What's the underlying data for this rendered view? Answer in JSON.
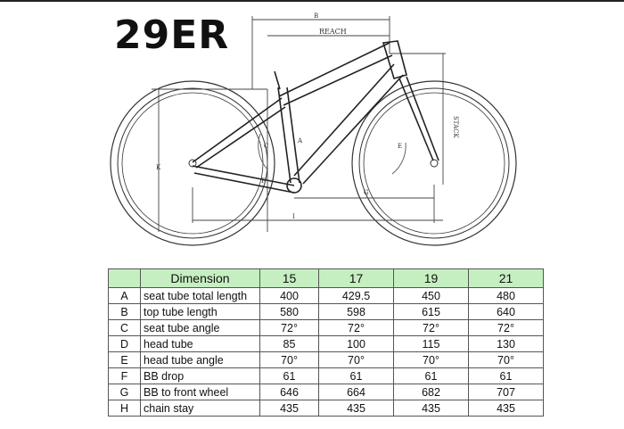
{
  "title": "29ER",
  "diagram": {
    "labels": {
      "top_b": "B",
      "reach": "REACH",
      "stack": "STACK",
      "a": "A",
      "c": "C",
      "e": "E",
      "k": "K",
      "f": "F",
      "g": "G",
      "i": "I"
    }
  },
  "table": {
    "header": {
      "dimension": "Dimension",
      "sizes": [
        "15",
        "17",
        "19",
        "21"
      ]
    },
    "rows": [
      {
        "code": "A",
        "name": "seat tube total length",
        "values": [
          "400",
          "429.5",
          "450",
          "480"
        ]
      },
      {
        "code": "B",
        "name": "top tube length",
        "values": [
          "580",
          "598",
          "615",
          "640"
        ]
      },
      {
        "code": "C",
        "name": "seat tube angle",
        "values": [
          "72°",
          "72°",
          "72°",
          "72°"
        ]
      },
      {
        "code": "D",
        "name": "head tube",
        "values": [
          "85",
          "100",
          "115",
          "130"
        ]
      },
      {
        "code": "E",
        "name": "head tube angle",
        "values": [
          "70°",
          "70°",
          "70°",
          "70°"
        ]
      },
      {
        "code": "F",
        "name": "BB drop",
        "values": [
          "61",
          "61",
          "61",
          "61"
        ]
      },
      {
        "code": "G",
        "name": "BB to front wheel",
        "values": [
          "646",
          "664",
          "682",
          "707"
        ]
      },
      {
        "code": "H",
        "name": "chain stay",
        "values": [
          "435",
          "435",
          "435",
          "435"
        ]
      }
    ]
  }
}
